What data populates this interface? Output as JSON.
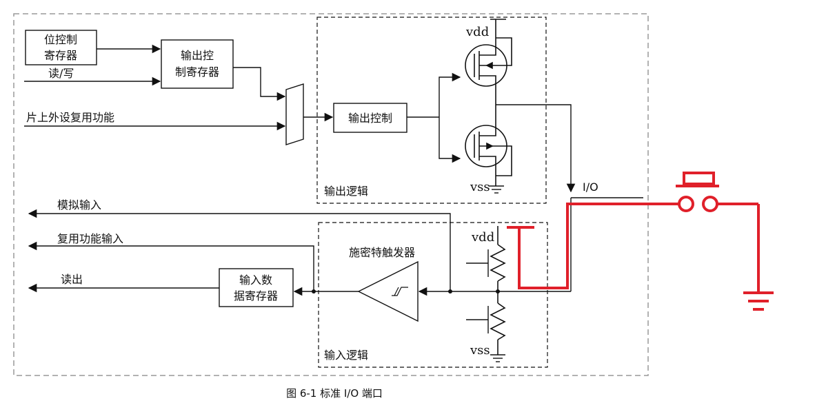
{
  "labels": {
    "bit_control_reg": [
      "位控制",
      "寄存器"
    ],
    "read_write": "读/写",
    "output_control_reg": [
      "输出控",
      "制寄存器"
    ],
    "peripheral_alt_func": "片上外设复用功能",
    "output_control": "输出控制",
    "vdd": "vdd",
    "vss": "vss",
    "output_logic": "输出逻辑",
    "io": "I/O",
    "analog_input": "模拟输入",
    "alt_func_input": "复用功能输入",
    "read_out": "读出",
    "input_data_reg": [
      "输入数",
      "据寄存器"
    ],
    "schmitt_trigger": "施密特触发器",
    "input_logic": "输入逻辑"
  },
  "caption": "图 6-1 标准 I/O 端口",
  "colors": {
    "line": "#111111",
    "dashed_border": "#999999",
    "annotation": "#e0202a"
  }
}
